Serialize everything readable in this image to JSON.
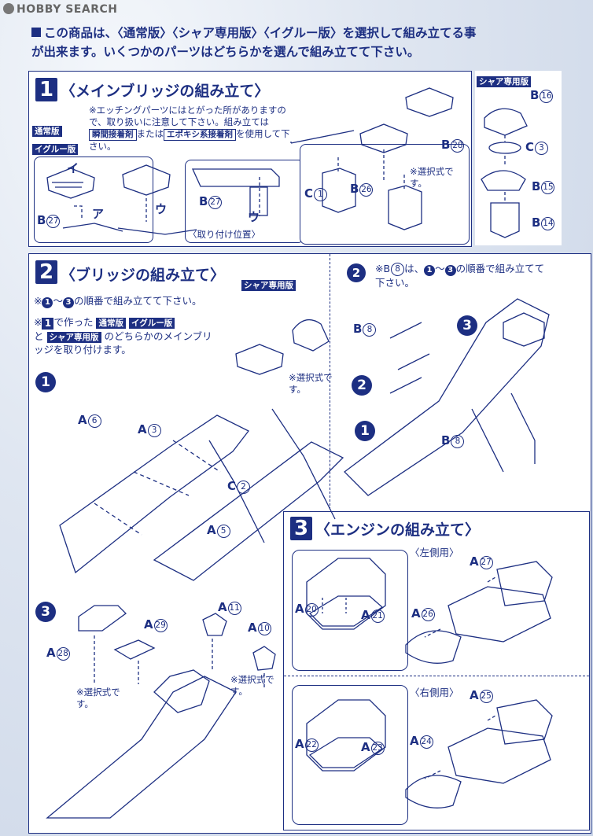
{
  "watermark": "HOBBY SEARCH",
  "intro": {
    "line1": "この商品は、〈通常版〉〈シャア専用版〉〈イグルー版〉を選択して組み立てる事",
    "line2": "が出来ます。いくつかのパーツはどちらかを選んで組み立てて下さい。"
  },
  "step1": {
    "num": "1",
    "title": "〈メインブリッジの組み立て〉",
    "note_a": "※エッチングパーツにはとがった所がありますので、取り扱いに注意して下さい。組み立ては",
    "glue1": "瞬間接着剤",
    "note_or": "または",
    "glue2": "エポキシ系接着剤",
    "note_b": "を使用して下さい。",
    "tag_normal": "通常版",
    "tag_igloo": "イグルー版",
    "tag_char": "シャア専用版",
    "label_i": "イ",
    "label_a": "ア",
    "label_u1": "ウ",
    "label_u2": "ウ",
    "label_b27a": "B",
    "num_b27a": "27",
    "label_b27b": "B",
    "num_b27b": "27",
    "mount_pos": "〈取り付け位置〉",
    "label_c1": "C",
    "num_c1": "1",
    "label_b26": "B",
    "num_b26": "26",
    "label_b28": "B",
    "num_b28": "28",
    "select_note": "※選択式です。",
    "label_b16": "B",
    "num_b16": "16",
    "label_c3": "C",
    "num_c3": "3",
    "label_b15": "B",
    "num_b15": "15",
    "label_b14": "B",
    "num_b14": "14"
  },
  "step2": {
    "num": "2",
    "title": "〈ブリッジの組み立て〉",
    "note1_pre": "※",
    "note1_n1": "1",
    "note1_mid": "〜",
    "note1_n3": "3",
    "note1_post": "の順番で組み立てて下さい。",
    "note2_pre": "※",
    "note2_box": "1",
    "note2_a": "で作った",
    "tag_normal": "通常版",
    "tag_igloo": "イグルー版",
    "note2_to": "と",
    "tag_char": "シャア専用版",
    "note2_b": "のどちらかのメインブリッジを取り付けます。",
    "sub1": "1",
    "label_a6": "A",
    "num_a6": "6",
    "label_a3": "A",
    "num_a3": "3",
    "label_c2": "C",
    "num_c2": "2",
    "label_a5": "A",
    "num_a5": "5",
    "select_note": "※選択式です。",
    "right_sub": "2",
    "right_note_pre": "※B",
    "right_note_num": "8",
    "right_note_mid": "は、",
    "right_n1": "1",
    "right_tilde": "〜",
    "right_n3": "3",
    "right_note_post": "の順番で組み立てて下さい。",
    "label_b8a": "B",
    "num_b8a": "8",
    "label_b8b": "B",
    "num_b8b": "8",
    "big3": "3",
    "big2": "2",
    "big1": "1",
    "sub3": "3",
    "label_a28": "A",
    "num_a28": "28",
    "label_a29": "A",
    "num_a29": "29",
    "label_a11": "A",
    "num_a11": "11",
    "label_a10": "A",
    "num_a10": "10",
    "select_note2": "※選択式です。",
    "select_note3": "※選択式です。"
  },
  "step3": {
    "num": "3",
    "title": "〈エンジンの組み立て〉",
    "left_side": "〈左側用〉",
    "right_side": "〈右側用〉",
    "label_a20": "A",
    "num_a20": "20",
    "label_a21": "A",
    "num_a21": "21",
    "label_a27": "A",
    "num_a27": "27",
    "label_a26": "A",
    "num_a26": "26",
    "label_a22": "A",
    "num_a22": "22",
    "label_a23": "A",
    "num_a23": "23",
    "label_a25": "A",
    "num_a25": "25",
    "label_a24": "A",
    "num_a24": "24"
  },
  "colors": {
    "ink": "#1d2f82",
    "paper": "#ffffff"
  }
}
